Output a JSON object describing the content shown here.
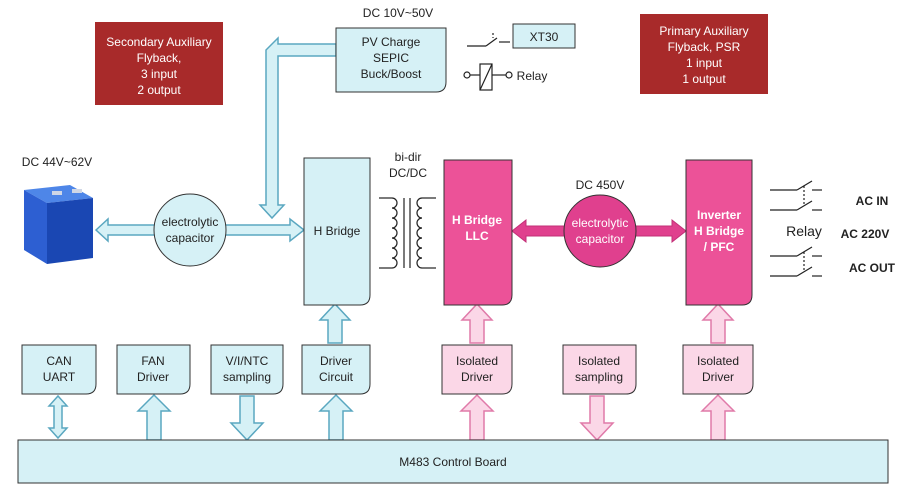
{
  "labels": {
    "dc_10_50": "DC 10V~50V",
    "pv_charge": [
      "PV Charge",
      "SEPIC",
      "Buck/Boost"
    ],
    "xt30": "XT30",
    "relay_top": "Relay",
    "secondary": [
      "Secondary Auxiliary",
      "Flyback,",
      "3 input",
      "2 output"
    ],
    "primary": [
      "Primary Auxiliary",
      "Flyback, PSR",
      "1 input",
      "1 output"
    ],
    "battery_voltage": "DC 44V~62V",
    "cap_left": [
      "electrolytic",
      "capacitor"
    ],
    "h_bridge": "H Bridge",
    "bidir": [
      "bi-dir",
      "DC/DC"
    ],
    "hb_llc": [
      "H Bridge",
      "LLC"
    ],
    "dc_450": "DC 450V",
    "cap_right": [
      "electrolytic",
      "capacitor"
    ],
    "inverter": [
      "Inverter",
      "H Bridge",
      "/ PFC"
    ],
    "ac_in": "AC IN",
    "relay_right": "Relay",
    "ac_220": "AC 220V",
    "ac_out": "AC OUT",
    "can_uart": [
      "CAN",
      "UART"
    ],
    "fan_driver": [
      "FAN",
      "Driver"
    ],
    "vint": [
      "V/I/NTC",
      "sampling"
    ],
    "driver_circuit": [
      "Driver",
      "Circuit"
    ],
    "iso_driver_1": [
      "Isolated",
      "Driver"
    ],
    "iso_sampling": [
      "Isolated",
      "sampling"
    ],
    "iso_driver_2": [
      "Isolated",
      "Driver"
    ],
    "control_board": "M483 Control Board"
  },
  "colors": {
    "light_blue": "#d6f1f6",
    "dark_red": "#a82a2a",
    "pink": "#ec5298",
    "light_pink": "#fbd7e7",
    "battery_blue": "#1f56c8"
  }
}
